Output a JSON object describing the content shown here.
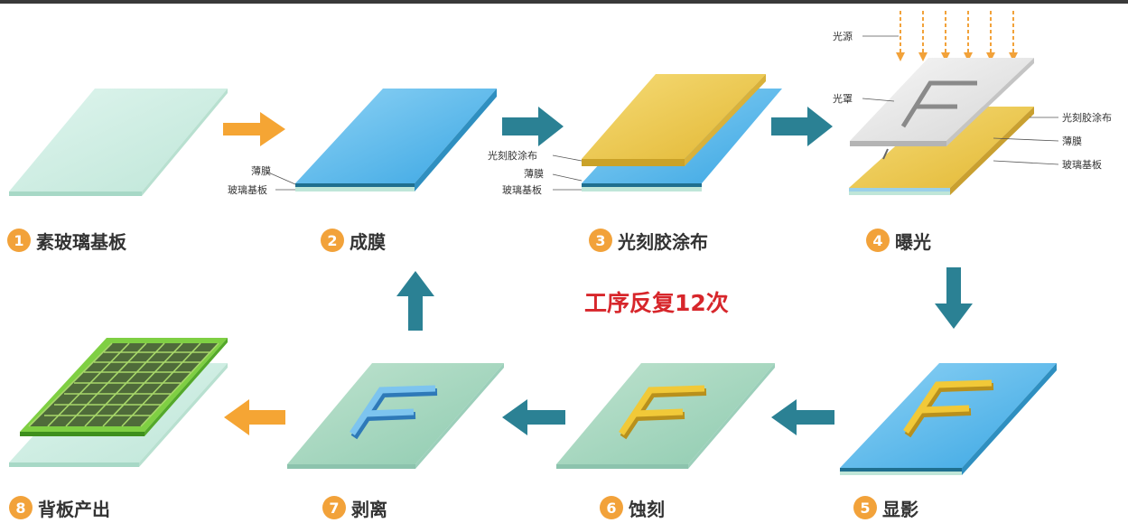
{
  "steps": [
    {
      "num": "1",
      "label": "素玻璃基板"
    },
    {
      "num": "2",
      "label": "成膜"
    },
    {
      "num": "3",
      "label": "光刻胶涂布"
    },
    {
      "num": "4",
      "label": "曝光"
    },
    {
      "num": "5",
      "label": "显影"
    },
    {
      "num": "6",
      "label": "蚀刻"
    },
    {
      "num": "7",
      "label": "剥离"
    },
    {
      "num": "8",
      "label": "背板产出"
    }
  ],
  "repeat_note": "工序反复12次",
  "annotations": {
    "film": "薄膜",
    "glass": "玻璃基板",
    "photoresist": "光刻胶涂布",
    "light_source": "光源",
    "mask": "光罩"
  },
  "colors": {
    "arrow_orange": "#f5a534",
    "arrow_teal": "#2b8194",
    "step_circle": "#f2a23a",
    "repeat_text": "#d7262b",
    "glass": "#cfeee4",
    "film": "#5ab8ea",
    "photoresist": "#e9c244",
    "pattern": "#e8bf2a"
  }
}
